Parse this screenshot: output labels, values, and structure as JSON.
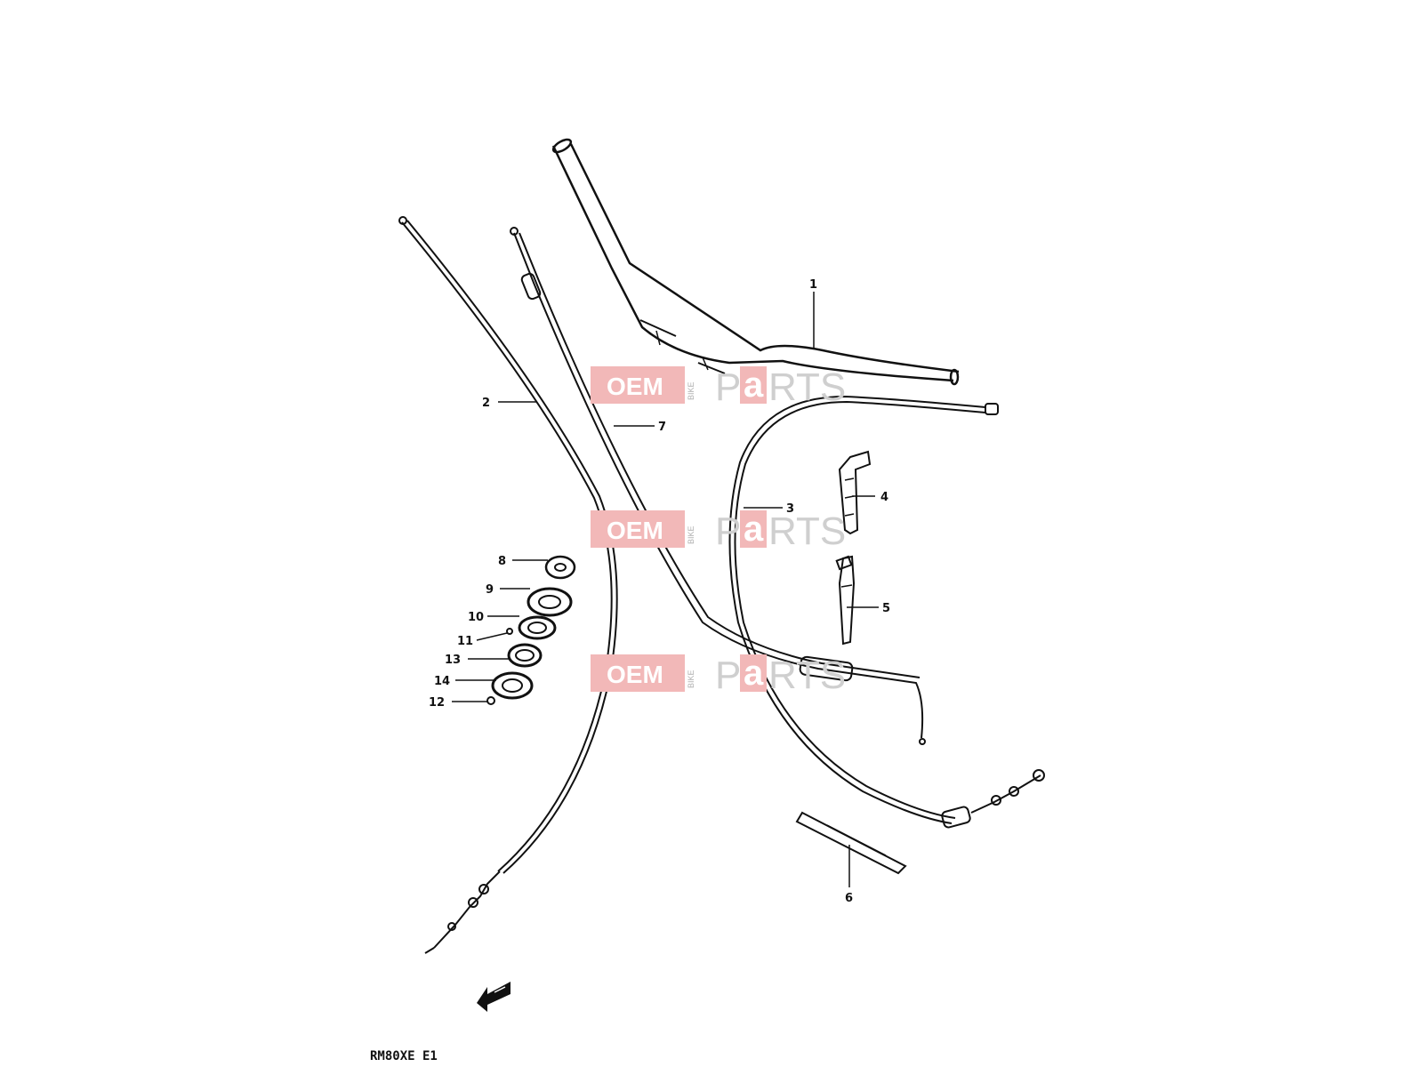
{
  "diagram_code": "RM80XE E1",
  "watermark": {
    "oem": "OEM",
    "bike": "BIKE",
    "parts_p": "P",
    "parts_a": "a",
    "parts_rest": "RTS"
  },
  "callouts": [
    {
      "id": "1",
      "label": "1"
    },
    {
      "id": "2",
      "label": "2"
    },
    {
      "id": "3",
      "label": "3"
    },
    {
      "id": "4",
      "label": "4"
    },
    {
      "id": "5",
      "label": "5"
    },
    {
      "id": "6",
      "label": "6"
    },
    {
      "id": "7",
      "label": "7"
    },
    {
      "id": "8",
      "label": "8"
    },
    {
      "id": "9",
      "label": "9"
    },
    {
      "id": "10",
      "label": "10"
    },
    {
      "id": "11",
      "label": "11"
    },
    {
      "id": "12",
      "label": "12"
    },
    {
      "id": "13",
      "label": "13"
    },
    {
      "id": "14",
      "label": "14"
    }
  ],
  "colors": {
    "line": "#111111",
    "watermark_red": "#f2b8b8",
    "watermark_gray": "#cfcfcf"
  }
}
